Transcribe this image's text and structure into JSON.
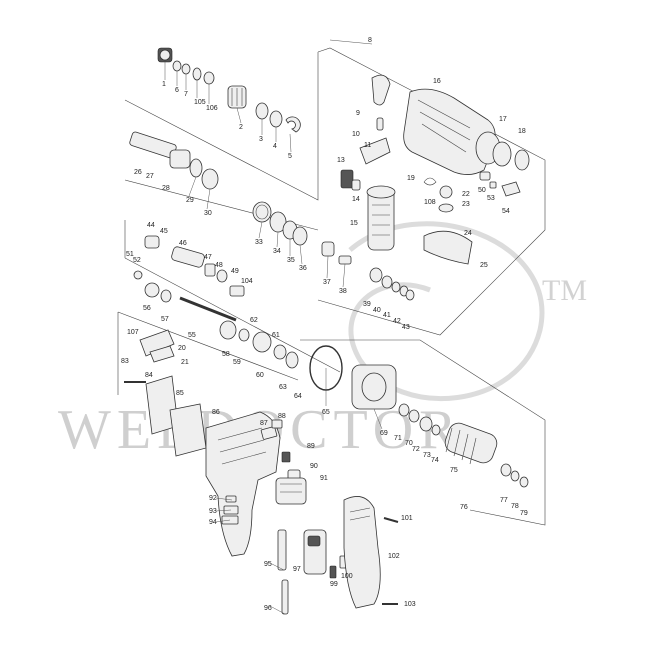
{
  "watermark": {
    "text": "WELDOCTOR",
    "trademark": "TM"
  },
  "part_numbers": {
    "p1": "1",
    "p2": "2",
    "p3": "3",
    "p4": "4",
    "p5": "5",
    "p6": "6",
    "p7": "7",
    "p8": "8",
    "p9": "9",
    "p10": "10",
    "p11": "11",
    "p13": "13",
    "p14": "14",
    "p15": "15",
    "p16": "16",
    "p17": "17",
    "p18": "18",
    "p19": "19",
    "p20": "20",
    "p21": "21",
    "p22": "22",
    "p23": "23",
    "p24": "24",
    "p25": "25",
    "p26": "26",
    "p27": "27",
    "p28": "28",
    "p29": "29",
    "p30": "30",
    "p33": "33",
    "p34": "34",
    "p35": "35",
    "p36": "36",
    "p37": "37",
    "p38": "38",
    "p39": "39",
    "p40": "40",
    "p41": "41",
    "p42": "42",
    "p43": "43",
    "p44": "44",
    "p45": "45",
    "p46": "46",
    "p47": "47",
    "p48": "48",
    "p49": "49",
    "p50": "50",
    "p51": "51",
    "p52": "52",
    "p53": "53",
    "p54": "54",
    "p55": "55",
    "p56": "56",
    "p57": "57",
    "p58": "58",
    "p59": "59",
    "p60": "60",
    "p61": "61",
    "p62": "62",
    "p63": "63",
    "p64": "64",
    "p65": "65",
    "p69": "69",
    "p70": "70",
    "p71": "71",
    "p72": "72",
    "p73": "73",
    "p74": "74",
    "p75": "75",
    "p76": "76",
    "p77": "77",
    "p78": "78",
    "p79": "79",
    "p83": "83",
    "p84": "84",
    "p85": "85",
    "p86": "86",
    "p87": "87",
    "p88": "88",
    "p89": "89",
    "p90": "90",
    "p91": "91",
    "p92": "92",
    "p93": "93",
    "p94": "94",
    "p95": "95",
    "p96": "96",
    "p97": "97",
    "p99": "99",
    "p100": "100",
    "p101": "101",
    "p102": "102",
    "p103": "103",
    "p104": "104",
    "p105": "105",
    "p106": "106",
    "p107": "107",
    "p108": "108"
  }
}
